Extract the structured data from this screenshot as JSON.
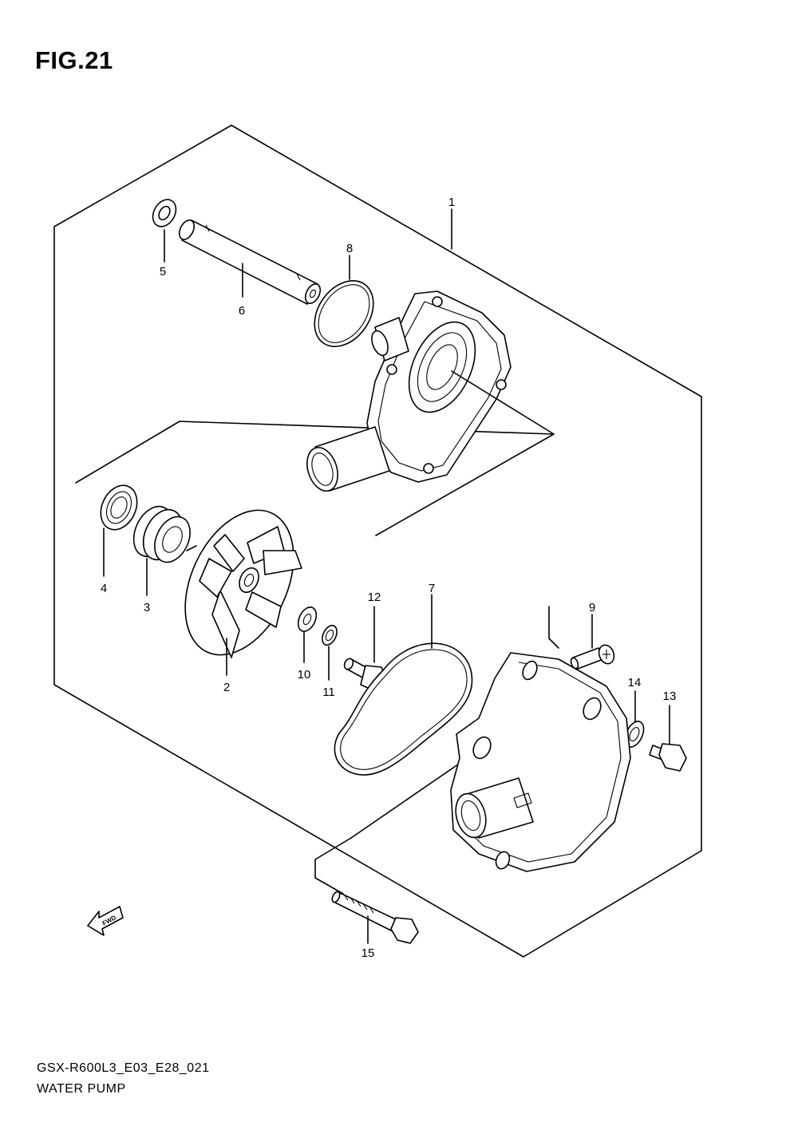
{
  "figure": {
    "title": "FIG.21",
    "model_code": "GSX-R600L3_E03_E28_021",
    "section_name": "WATER PUMP"
  },
  "direction_marker": {
    "label": "FWD",
    "icon": "fwd-arrow-icon"
  },
  "callouts": [
    {
      "id": "1",
      "label": "1",
      "part": "water pump body (cover assembly)"
    },
    {
      "id": "2",
      "label": "2",
      "part": "impeller"
    },
    {
      "id": "3",
      "label": "3",
      "part": "mechanical seal"
    },
    {
      "id": "4",
      "label": "4",
      "part": "oil seal"
    },
    {
      "id": "5",
      "label": "5",
      "part": "washer"
    },
    {
      "id": "6",
      "label": "6",
      "part": "shaft"
    },
    {
      "id": "7",
      "label": "7",
      "part": "gasket"
    },
    {
      "id": "8",
      "label": "8",
      "part": "o-ring"
    },
    {
      "id": "9",
      "label": "9",
      "part": "screw"
    },
    {
      "id": "10",
      "label": "10",
      "part": "washer"
    },
    {
      "id": "11",
      "label": "11",
      "part": "washer"
    },
    {
      "id": "12",
      "label": "12",
      "part": "bolt"
    },
    {
      "id": "13",
      "label": "13",
      "part": "bolt"
    },
    {
      "id": "14",
      "label": "14",
      "part": "gasket"
    },
    {
      "id": "15",
      "label": "15",
      "part": "bolt"
    }
  ]
}
